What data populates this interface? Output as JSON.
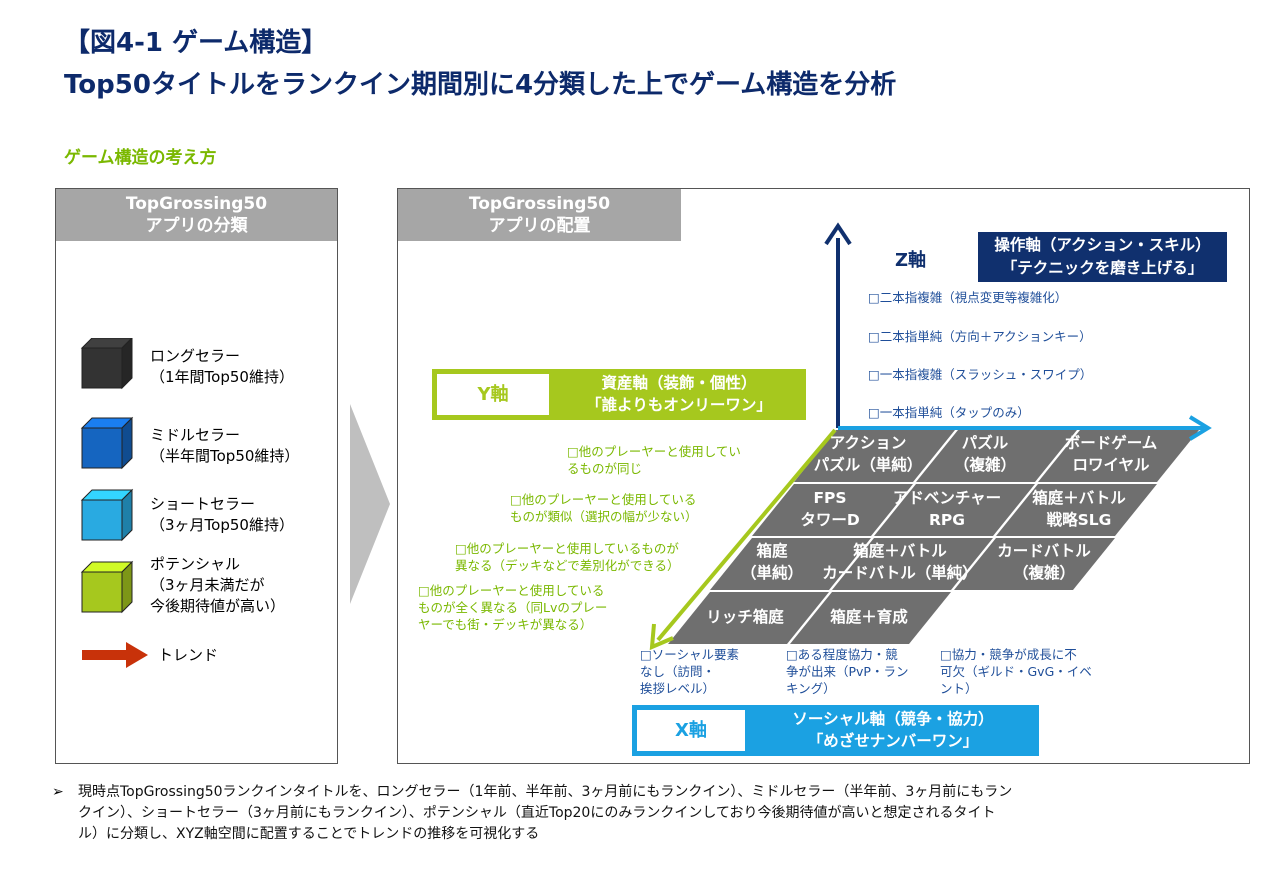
{
  "header": {
    "title_line1": "【図4-1 ゲーム構造】",
    "title_line2": "Top50タイトルをランクイン期間別に4分類した上でゲーム構造を分析",
    "subtitle": "ゲーム構造の考え方"
  },
  "left_panel": {
    "head_line1": "TopGrossing50",
    "head_line2": "アプリの分類",
    "items": [
      {
        "line1": "ロングセラー",
        "line2": "（1年間Top50維持）",
        "line3": "",
        "color": "#333333"
      },
      {
        "line1": "ミドルセラー",
        "line2": "（半年間Top50維持）",
        "line3": "",
        "color": "#1565c0"
      },
      {
        "line1": "ショートセラー",
        "line2": "（3ヶ月Top50維持）",
        "line3": "",
        "color": "#29aae1"
      },
      {
        "line1": "ポテンシャル",
        "line2": "（3ヶ月未満だが",
        "line3": "今後期待値が高い）",
        "color": "#a6c81e"
      }
    ],
    "trend_label": "トレンド",
    "trend_color": "#c8320a"
  },
  "right_panel": {
    "head_line1": "TopGrossing50",
    "head_line2": "アプリの配置",
    "z_axis": {
      "label": "Z軸",
      "name_line1": "操作軸（アクション・スキル）",
      "name_line2": "「テクニックを磨き上げる」",
      "levels": [
        "□二本指複雑（視点変更等複雑化）",
        "□二本指単純（方向＋アクションキー）",
        "□一本指複雑（スラッシュ・スワイプ）",
        "□一本指単純（タップのみ）"
      ]
    },
    "y_axis": {
      "label": "Y軸",
      "name_line1": "資産軸（装飾・個性）",
      "name_line2": "「誰よりもオンリーワン」",
      "levels": [
        {
          "l1": "□他のプレーヤーと使用してい",
          "l2": "るものが同じ"
        },
        {
          "l1": "□他のプレーヤーと使用している",
          "l2": "ものが類似（選択の幅が少ない）"
        },
        {
          "l1": "□他のプレーヤーと使用しているものが",
          "l2": "異なる（デッキなどで差別化ができる）"
        },
        {
          "l1": "□他のプレーヤーと使用している",
          "l2": "ものが全く異なる（同Lvのプレー",
          "l3": "ヤーでも街・デッキが異なる）"
        }
      ]
    },
    "x_axis": {
      "label": "X軸",
      "name_line1": "ソーシャル軸（競争・協力）",
      "name_line2": "「めざせナンバーワン」",
      "levels": [
        {
          "l1": "□ソーシャル要素",
          "l2": "なし（訪問・",
          "l3": "挨拶レベル）"
        },
        {
          "l1": "□ある程度協力・競",
          "l2": "争が出来（PvP・ラン",
          "l3": "キング）"
        },
        {
          "l1": "□協力・競争が成長に不",
          "l2": "可欠（ギルド・GvG・イベ",
          "l3": "ント）"
        }
      ]
    },
    "grid_cells": {
      "r0c0": {
        "l1": "アクション",
        "l2": "パズル（単純）"
      },
      "r0c1": {
        "l1": "パズル",
        "l2": "（複雑）"
      },
      "r0c2": {
        "l1": "ボードゲーム",
        "l2": "ロワイヤル"
      },
      "r1c0": {
        "l1": "FPS",
        "l2": "タワーD"
      },
      "r1c1": {
        "l1": "アドベンチャー",
        "l2": "RPG"
      },
      "r1c2": {
        "l1": "箱庭＋バトル",
        "l2": "戦略SLG"
      },
      "r2c0": {
        "l1": "箱庭",
        "l2": "（単純）"
      },
      "r2c1": {
        "l1": "箱庭＋バトル",
        "l2": "カードバトル（単純）"
      },
      "r2c2": {
        "l1": "カードバトル",
        "l2": "（複雑）"
      },
      "r3c0": {
        "l1": "リッチ箱庭",
        "l2": ""
      },
      "r3c1": {
        "l1": "箱庭＋育成",
        "l2": ""
      }
    },
    "colors": {
      "z_navy": "#10306e",
      "y_green": "#a6c81e",
      "x_blue": "#1ba1e2",
      "cell_gray": "#6f6f6f"
    }
  },
  "footer": {
    "bullet": "➢",
    "line1": "現時点TopGrossing50ランクインタイトルを、ロングセラー（1年前、半年前、3ヶ月前にもランクイン）、ミドルセラー（半年前、3ヶ月前にもラン",
    "line2": "クイン）、ショートセラー（3ヶ月前にもランクイン）、ポテンシャル（直近Top20にのみランクインしており今後期待値が高いと想定されるタイト",
    "line3": "ル）に分類し、XYZ軸空間に配置することでトレンドの推移を可視化する"
  }
}
